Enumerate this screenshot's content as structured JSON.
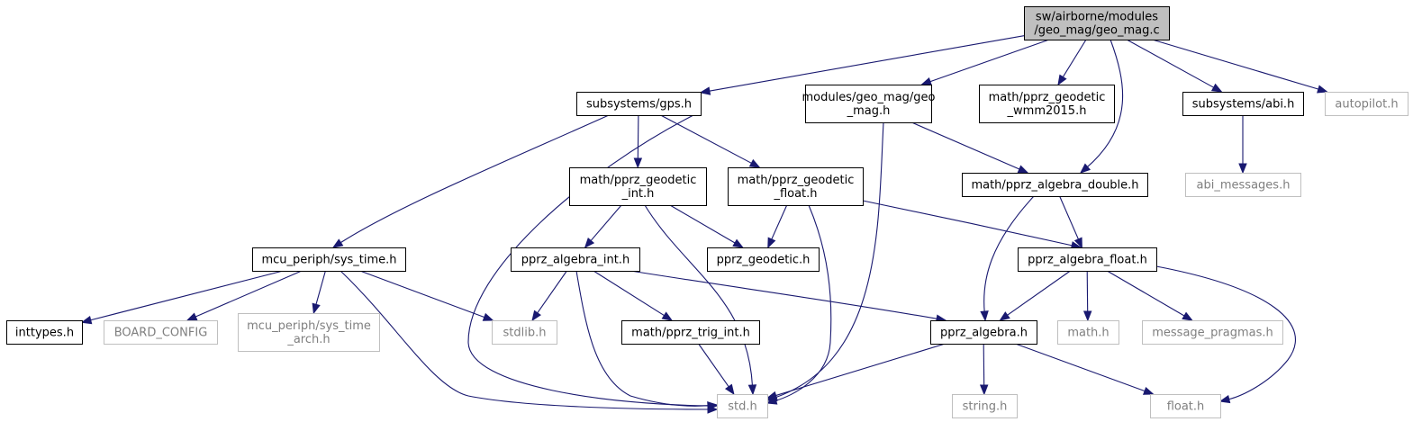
{
  "graph": {
    "nodes": [
      {
        "id": "geo_mag_c",
        "lines": [
          "sw/airborne/modules",
          "/geo_mag/geo_mag.c"
        ],
        "kind": "root"
      },
      {
        "id": "gps_h",
        "lines": [
          "subsystems/gps.h"
        ],
        "kind": "local"
      },
      {
        "id": "modules_geo_mag_h",
        "lines": [
          "modules/geo_mag/geo",
          "_mag.h"
        ],
        "kind": "local"
      },
      {
        "id": "wmm2015_h",
        "lines": [
          "math/pprz_geodetic",
          "_wmm2015.h"
        ],
        "kind": "local"
      },
      {
        "id": "abi_h",
        "lines": [
          "subsystems/abi.h"
        ],
        "kind": "local"
      },
      {
        "id": "autopilot_h",
        "lines": [
          "autopilot.h"
        ],
        "kind": "system"
      },
      {
        "id": "geodetic_int_h",
        "lines": [
          "math/pprz_geodetic",
          "_int.h"
        ],
        "kind": "local"
      },
      {
        "id": "geodetic_float_h",
        "lines": [
          "math/pprz_geodetic",
          "_float.h"
        ],
        "kind": "local"
      },
      {
        "id": "algebra_double_h",
        "lines": [
          "math/pprz_algebra_double.h"
        ],
        "kind": "local"
      },
      {
        "id": "abi_messages_h",
        "lines": [
          "abi_messages.h"
        ],
        "kind": "system"
      },
      {
        "id": "sys_time_h",
        "lines": [
          "mcu_periph/sys_time.h"
        ],
        "kind": "local"
      },
      {
        "id": "algebra_int_h",
        "lines": [
          "pprz_algebra_int.h"
        ],
        "kind": "local"
      },
      {
        "id": "pprz_geodetic_h",
        "lines": [
          "pprz_geodetic.h"
        ],
        "kind": "local"
      },
      {
        "id": "algebra_float_h",
        "lines": [
          "pprz_algebra_float.h"
        ],
        "kind": "local"
      },
      {
        "id": "inttypes_h",
        "lines": [
          "inttypes.h"
        ],
        "kind": "local"
      },
      {
        "id": "board_config",
        "lines": [
          "BOARD_CONFIG"
        ],
        "kind": "system"
      },
      {
        "id": "sys_time_arch_h",
        "lines": [
          "mcu_periph/sys_time",
          "_arch.h"
        ],
        "kind": "system"
      },
      {
        "id": "stdlib_h",
        "lines": [
          "stdlib.h"
        ],
        "kind": "system"
      },
      {
        "id": "trig_int_h",
        "lines": [
          "math/pprz_trig_int.h"
        ],
        "kind": "local"
      },
      {
        "id": "pprz_algebra_h",
        "lines": [
          "pprz_algebra.h"
        ],
        "kind": "local"
      },
      {
        "id": "math_h",
        "lines": [
          "math.h"
        ],
        "kind": "system"
      },
      {
        "id": "message_pragmas_h",
        "lines": [
          "message_pragmas.h"
        ],
        "kind": "system"
      },
      {
        "id": "std_h",
        "lines": [
          "std.h"
        ],
        "kind": "system"
      },
      {
        "id": "string_h",
        "lines": [
          "string.h"
        ],
        "kind": "system"
      },
      {
        "id": "float_h",
        "lines": [
          "float.h"
        ],
        "kind": "system"
      }
    ],
    "edges": [
      [
        "geo_mag_c",
        "gps_h"
      ],
      [
        "geo_mag_c",
        "modules_geo_mag_h"
      ],
      [
        "geo_mag_c",
        "wmm2015_h"
      ],
      [
        "geo_mag_c",
        "algebra_double_h"
      ],
      [
        "geo_mag_c",
        "abi_h"
      ],
      [
        "geo_mag_c",
        "autopilot_h"
      ],
      [
        "gps_h",
        "sys_time_h"
      ],
      [
        "gps_h",
        "std_h"
      ],
      [
        "gps_h",
        "geodetic_int_h"
      ],
      [
        "gps_h",
        "geodetic_float_h"
      ],
      [
        "modules_geo_mag_h",
        "std_h"
      ],
      [
        "modules_geo_mag_h",
        "algebra_double_h"
      ],
      [
        "abi_h",
        "abi_messages_h"
      ],
      [
        "geodetic_int_h",
        "algebra_int_h"
      ],
      [
        "geodetic_int_h",
        "pprz_geodetic_h"
      ],
      [
        "geodetic_int_h",
        "std_h"
      ],
      [
        "geodetic_float_h",
        "pprz_geodetic_h"
      ],
      [
        "geodetic_float_h",
        "std_h"
      ],
      [
        "geodetic_float_h",
        "algebra_float_h"
      ],
      [
        "algebra_double_h",
        "algebra_float_h"
      ],
      [
        "algebra_double_h",
        "pprz_algebra_h"
      ],
      [
        "sys_time_h",
        "inttypes_h"
      ],
      [
        "sys_time_h",
        "board_config"
      ],
      [
        "sys_time_h",
        "sys_time_arch_h"
      ],
      [
        "sys_time_h",
        "stdlib_h"
      ],
      [
        "sys_time_h",
        "std_h"
      ],
      [
        "algebra_int_h",
        "stdlib_h"
      ],
      [
        "algebra_int_h",
        "std_h"
      ],
      [
        "algebra_int_h",
        "trig_int_h"
      ],
      [
        "algebra_int_h",
        "pprz_algebra_h"
      ],
      [
        "algebra_float_h",
        "pprz_algebra_h"
      ],
      [
        "algebra_float_h",
        "math_h"
      ],
      [
        "algebra_float_h",
        "message_pragmas_h"
      ],
      [
        "algebra_float_h",
        "float_h"
      ],
      [
        "trig_int_h",
        "std_h"
      ],
      [
        "pprz_algebra_h",
        "std_h"
      ],
      [
        "pprz_algebra_h",
        "string_h"
      ],
      [
        "pprz_algebra_h",
        "float_h"
      ]
    ]
  }
}
